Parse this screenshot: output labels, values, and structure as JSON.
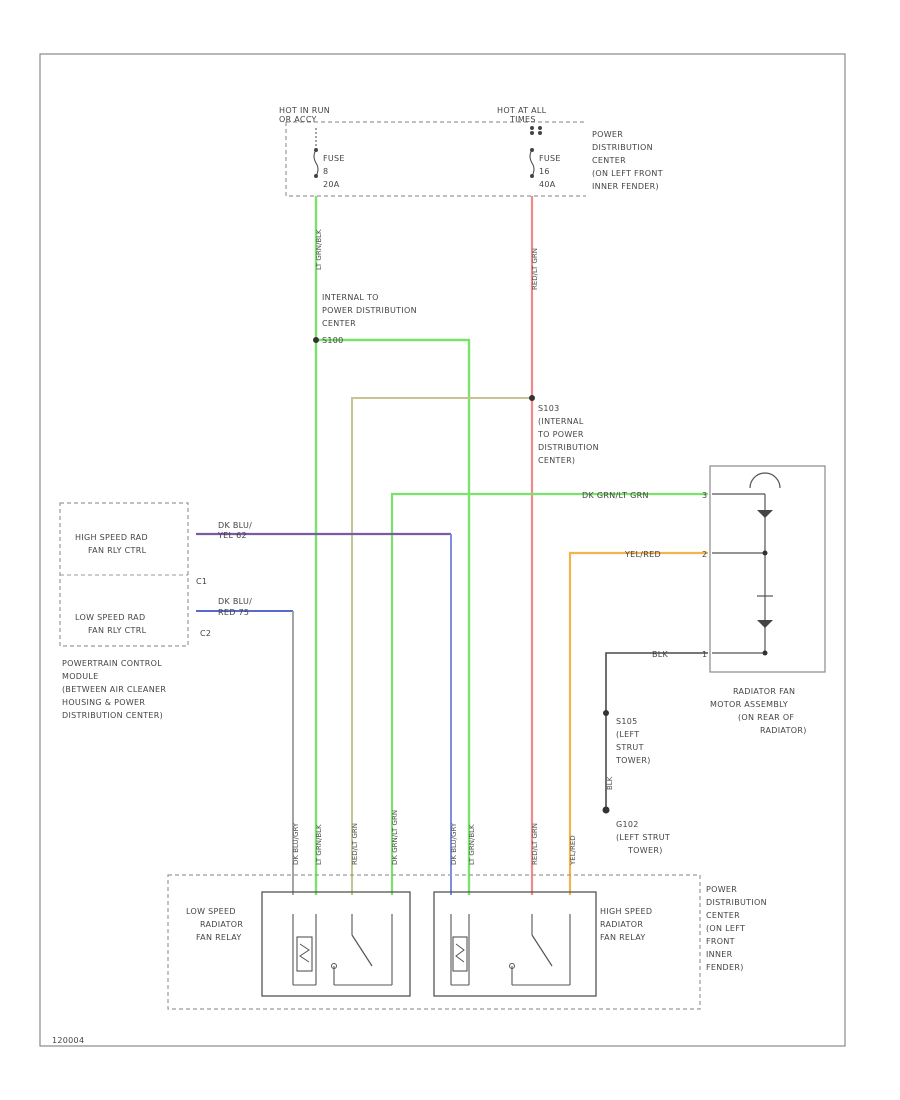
{
  "diagram": {
    "footer_code": "120004",
    "fuse_left": {
      "hot_label_1": "HOT IN RUN",
      "hot_label_2": "OR ACCY",
      "name": "FUSE",
      "number": "8",
      "rating": "20A"
    },
    "fuse_right": {
      "hot_label_1": "HOT AT ALL",
      "hot_label_2": "TIMES",
      "name": "FUSE",
      "number": "16",
      "rating": "40A"
    },
    "pdc_top_label": [
      "POWER",
      "DISTRIBUTION",
      "CENTER",
      "(ON LEFT FRONT",
      "INNER FENDER)"
    ],
    "internal_label_1": [
      "INTERNAL TO",
      "POWER DISTRIBUTION",
      "CENTER"
    ],
    "internal_splice_1": "S100",
    "internal_splice_2": "S103",
    "internal_label_2": [
      "(INTERNAL",
      "TO POWER",
      "DISTRIBUTION",
      "CENTER)"
    ],
    "pcm": {
      "high_label": [
        "HIGH SPEED RAD",
        "FAN RLY CTRL"
      ],
      "low_label": [
        "LOW SPEED RAD",
        "FAN RLY CTRL"
      ],
      "pins": [
        "C1",
        "C2"
      ],
      "description": [
        "POWERTRAIN CONTROL",
        "MODULE",
        "(BETWEEN AIR CLEANER",
        "HOUSING & POWER",
        "DISTRIBUTION CENTER)"
      ]
    },
    "wire_labels": {
      "high_ctrl_color": "DK BLU/",
      "high_ctrl_pin": "YEL 62",
      "low_ctrl_color": "DK BLU/",
      "low_ctrl_pin": "RED 75",
      "motor_feed": "DK GRN/LT GRN",
      "motor_yel": "YEL/RED",
      "motor_blk": "BLK",
      "v_left_fuse": "LT GRN/BLK",
      "v_right_fuse": "RED/LT GRN",
      "v_gray": "DK BLU/GRY",
      "v_green1": "LT GRN/BLK",
      "v_tan": "RED/LT GRN",
      "v_green2": "DK GRN/LT GRN",
      "v_blue": "DK BLU/GRY",
      "v_green3": "LT GRN/BLK",
      "v_red": "RED/LT GRN",
      "v_yellow": "YEL/RED",
      "v_ground": "BLK"
    },
    "motor": {
      "pins": [
        "3",
        "2",
        "1"
      ],
      "description": [
        "RADIATOR FAN",
        "MOTOR ASSEMBLY",
        "(ON REAR OF",
        "RADIATOR)"
      ]
    },
    "ground_splice": {
      "name": "S105",
      "description": [
        "(LEFT",
        "STRUT",
        "TOWER)"
      ]
    },
    "ground_point": {
      "name": "G102",
      "description": [
        "(LEFT STRUT",
        "TOWER)"
      ]
    },
    "relay_low_label": [
      "LOW SPEED",
      "RADIATOR",
      "FAN RELAY"
    ],
    "relay_high_label": [
      "HIGH SPEED",
      "RADIATOR",
      "FAN RELAY"
    ],
    "pdc_bottom_label": [
      "POWER",
      "DISTRIBUTION",
      "CENTER",
      "(ON LEFT",
      "FRONT",
      "INNER",
      "FENDER)"
    ],
    "colors": {
      "green": "#7be36b",
      "red": "#f08a8a",
      "tan": "#c8c492",
      "purple": "#7b5aa6",
      "blue": "#7e8ee0",
      "yellow": "#f2b451",
      "gray": "#9a9a9a",
      "black": "#4a4a4a"
    }
  }
}
